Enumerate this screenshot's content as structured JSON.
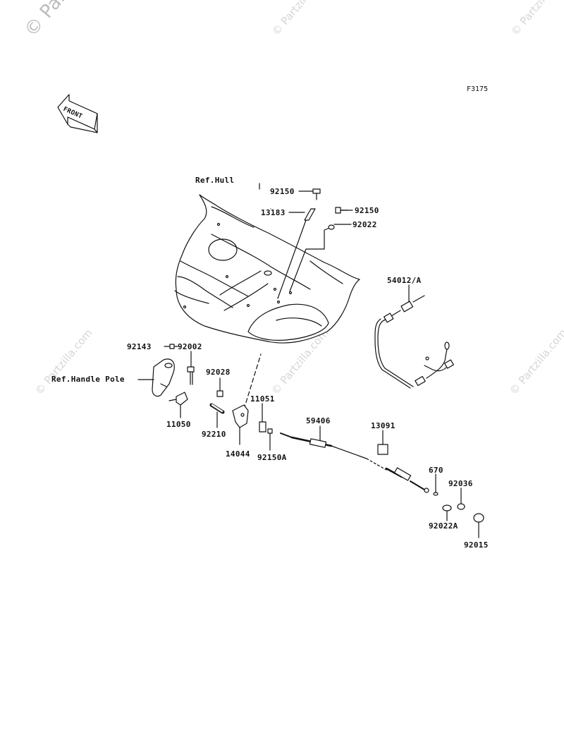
{
  "watermark": {
    "text": "© Partzilla.com",
    "corner_text": "© Partz"
  },
  "figure_code": "F3175",
  "front_arrow": {
    "label": "FRONT"
  },
  "reference_labels": {
    "hull": "Ref.Hull",
    "handle_pole": "Ref.Handle Pole"
  },
  "parts": [
    "92150",
    "13183",
    "92150",
    "92022",
    "54012/A",
    "92143",
    "92002",
    "92028",
    "11050",
    "92210",
    "11051",
    "14044",
    "92150A",
    "59406",
    "13091",
    "670",
    "92036",
    "92022A",
    "92015"
  ]
}
